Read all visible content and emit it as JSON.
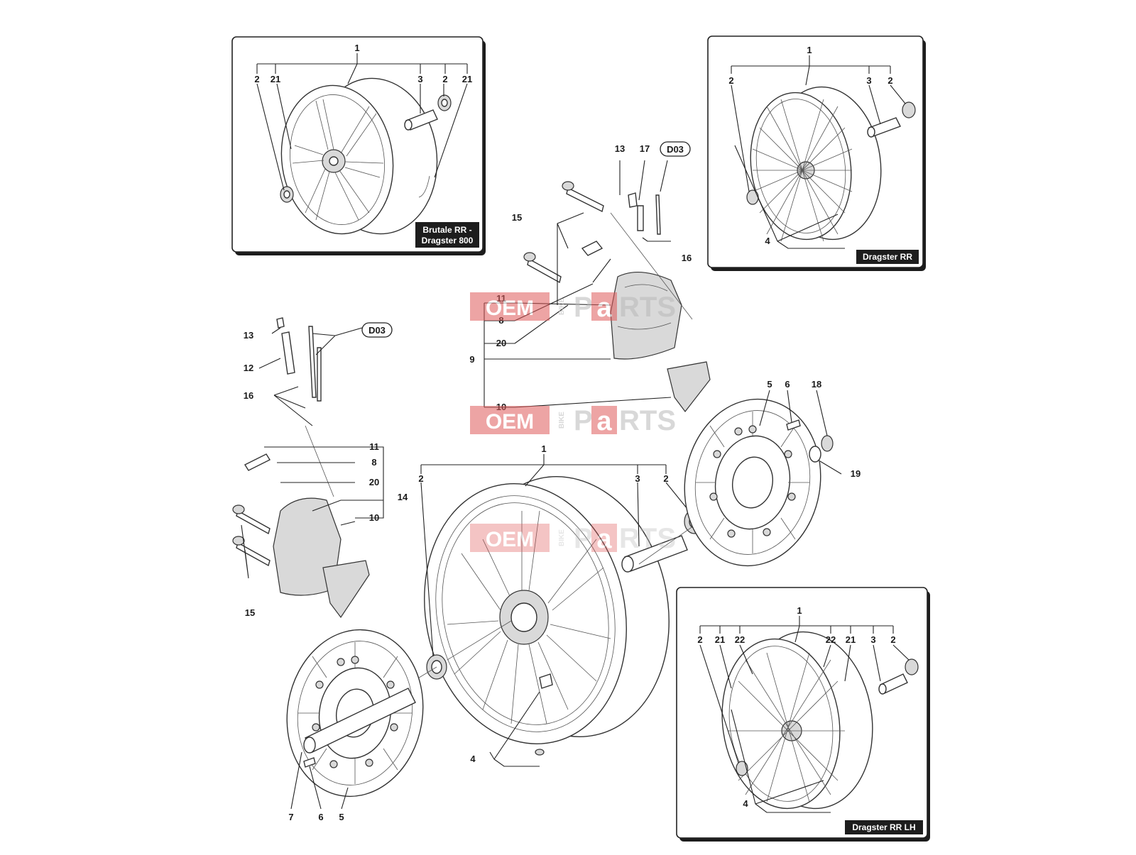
{
  "colors": {
    "line": "#222222",
    "watermark_red": "#e05a5a",
    "watermark_gray": "#b9b9b9",
    "tag_bg": "#1d1d1d"
  },
  "watermark": {
    "text_a": "OEM",
    "text_b": "BIKE",
    "text_c": "P",
    "text_d": "a",
    "text_e": "RTS"
  },
  "insets": {
    "top_left": {
      "tag_line1": "Brutale RR -",
      "tag_line2": "Dragster 800"
    },
    "top_right": {
      "tag": "Dragster RR"
    },
    "bottom_right": {
      "tag": "Dragster RR LH"
    }
  },
  "ref_tags": {
    "d03_top": "D03",
    "d03_left": "D03"
  },
  "callouts": {
    "tl_1": "1",
    "tl_2a": "2",
    "tl_21a": "21",
    "tl_3": "3",
    "tl_2b": "2",
    "tl_21b": "21",
    "tr_1": "1",
    "tr_2a": "2",
    "tr_3": "3",
    "tr_2b": "2",
    "tr_4": "4",
    "br_1": "1",
    "br_2a": "2",
    "br_21a": "21",
    "br_22a": "22",
    "br_22b": "22",
    "br_21b": "21",
    "br_3": "3",
    "br_2b": "2",
    "br_4": "4",
    "c_13": "13",
    "c_17": "17",
    "c_15": "15",
    "c_16": "16",
    "c_11": "11",
    "c_8": "8",
    "c_20": "20",
    "c_9": "9",
    "c_10": "10",
    "l_13": "13",
    "l_12": "12",
    "l_16": "16",
    "l_11": "11",
    "l_8": "8",
    "l_20": "20",
    "l_14": "14",
    "l_10": "10",
    "l_15": "15",
    "m_1": "1",
    "m_2a": "2",
    "m_3": "3",
    "m_2b": "2",
    "m_4": "4",
    "d_5": "5",
    "d_6": "6",
    "d_18": "18",
    "d_19": "19",
    "b_7": "7",
    "b_6": "6",
    "b_5": "5"
  }
}
